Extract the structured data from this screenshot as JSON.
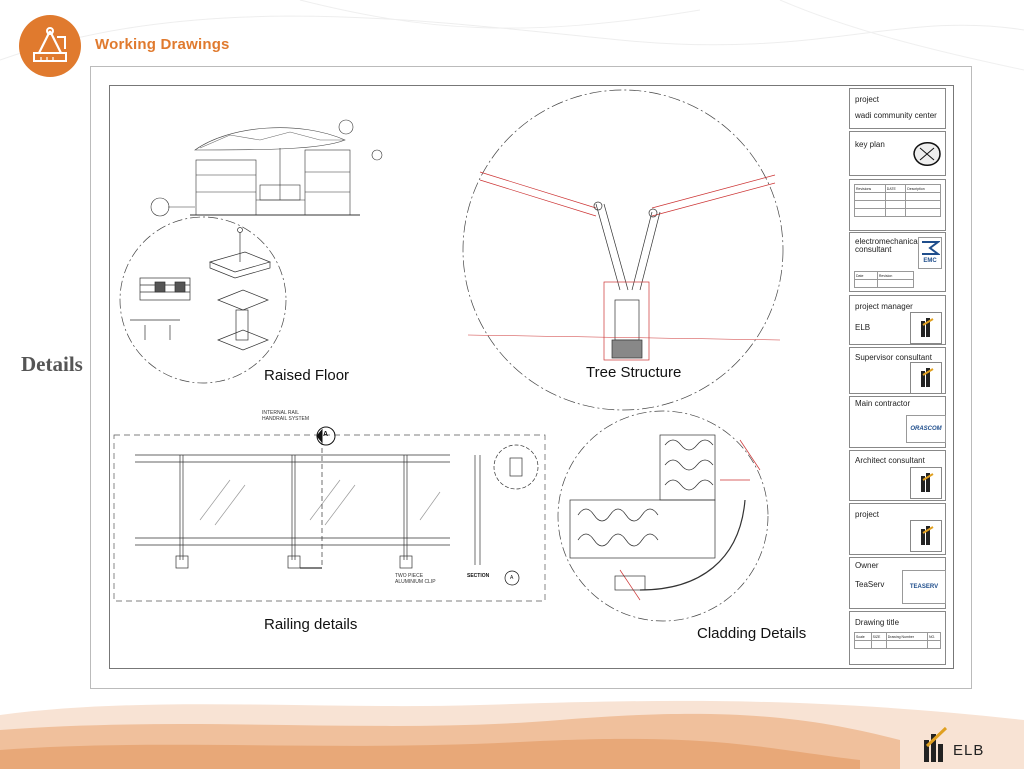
{
  "header": {
    "title": "Working Drawings",
    "badge_icon": "drafting-compass-ruler-icon",
    "accent_color": "#e07a2e"
  },
  "section_label": "Details",
  "captions": {
    "raised_floor": "Raised Floor",
    "tree_structure": "Tree Structure",
    "railing": "Railing details",
    "cladding": "Cladding Details"
  },
  "railing_notes": {
    "top": [
      "INTERNAL RAIL",
      "HANDRAIL SYSTEM"
    ],
    "bottom": [
      "TWO PIECE",
      "ALUMINIUM CLIP"
    ],
    "section": "SECTION",
    "section_tag": "A",
    "marker_tag": "A"
  },
  "title_block": {
    "project_label": "project",
    "project_name": "wadi community center",
    "key_plan": "key plan",
    "revisions_headers": [
      "Revisions",
      "DATE",
      "Description"
    ],
    "em_consultant": "electromechanical consultant",
    "emc_logo_text": "EMC",
    "em_table_headers": [
      "Date",
      "Revision"
    ],
    "project_manager": "project manager",
    "project_manager_name": "ELB",
    "supervisor": "Supervisor consultant",
    "main_contractor": "Main contractor",
    "contractor_logo_text": "ORASCOM",
    "architect": "Architect consultant",
    "project2": "project",
    "owner": "Owner",
    "owner_name": "TeaServ",
    "owner_logo_text": "TEASERV",
    "drawing_title": "Drawing title",
    "drawing_table_headers": [
      "Scale",
      "SIZE",
      "Drawing Number",
      "NO."
    ]
  },
  "footer": {
    "logo_text": "ELB",
    "logo_icon": "elb-building-logo-icon"
  }
}
